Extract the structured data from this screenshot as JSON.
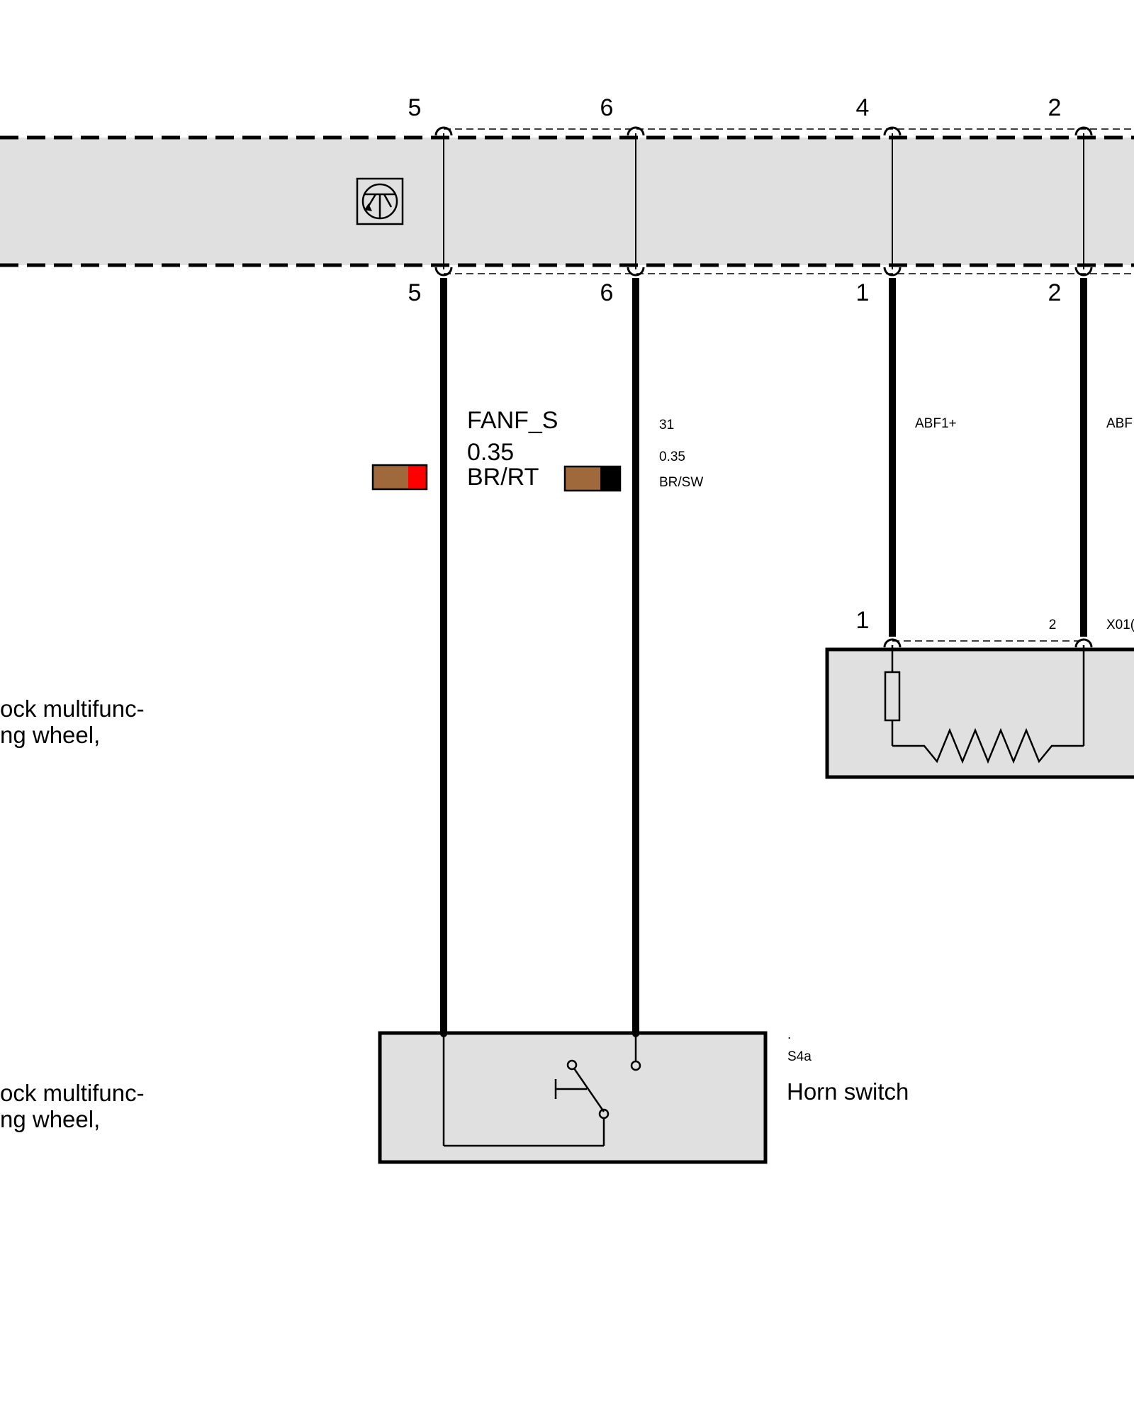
{
  "colors": {
    "panel_fill": "#e0e0e0",
    "brown": "#a0693c",
    "red": "#ff0000",
    "black": "#000000"
  },
  "connector_top": {
    "upper_pins": [
      "5",
      "6",
      "4",
      "2"
    ],
    "lower_pins": [
      "5",
      "6",
      "1",
      "2"
    ],
    "icon": "transistor-icon"
  },
  "wires": [
    {
      "signal": "FANF_S",
      "gauge": "0.35",
      "color_code": "BR/RT",
      "swatch": [
        "brown",
        "red"
      ]
    },
    {
      "signal": "31",
      "gauge": "0.35",
      "color_code": "BR/SW",
      "swatch": [
        "brown",
        "black"
      ]
    },
    {
      "signal": "ABF1+"
    },
    {
      "signal": "ABF"
    }
  ],
  "airbag_unit": {
    "pin_left": "1",
    "pin_right": "2",
    "connector_label": "X01("
  },
  "horn_switch": {
    "dot": ".",
    "code": "S4a",
    "name": "Horn switch"
  },
  "left_labels": {
    "upper_line1": "ock multifunc-",
    "upper_line2": "ng wheel,",
    "lower_line1": "ock multifunc-",
    "lower_line2": "ng wheel,"
  }
}
